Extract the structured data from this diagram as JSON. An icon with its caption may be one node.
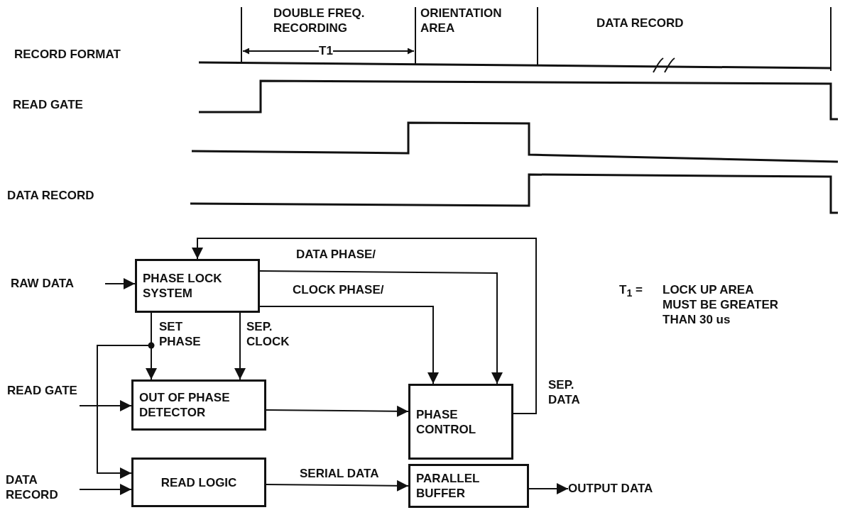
{
  "diagram": {
    "nodes": [
      {
        "text": [
          "PHASE LOCK SYSTEM"
        ]
      },
      {
        "text": [
          "OUT OF PHASE DETECTOR"
        ]
      },
      {
        "text": [
          "PHASE CONTROL"
        ]
      },
      {
        "text": [
          "READ LOGIC"
        ]
      },
      {
        "text": [
          "PARALLEL BUFFER"
        ]
      },
      {
        "text": [
          "RAW DATA"
        ]
      },
      {
        "text": [
          "READ GATE"
        ]
      },
      {
        "text": [
          "DATA RECORD"
        ]
      },
      {
        "text": [
          "OUTPUT DATA"
        ]
      }
    ],
    "edges": [
      {
        "from": 5,
        "to": 0,
        "arrow": "to"
      },
      {
        "from": 0,
        "to": 2,
        "arrow": "to",
        "label": "DATA PHASE/"
      },
      {
        "from": 0,
        "to": 2,
        "arrow": "to",
        "label": "CLOCK PHASE/"
      },
      {
        "from": 0,
        "to": 1,
        "arrow": "to",
        "label": "SET PHASE"
      },
      {
        "from": 0,
        "to": 1,
        "arrow": "to",
        "label": "SEP. CLOCK"
      },
      {
        "from": 0,
        "to": 3,
        "arrow": "to"
      },
      {
        "from": 6,
        "to": 1,
        "arrow": "to"
      },
      {
        "from": 1,
        "to": 2,
        "arrow": "to"
      },
      {
        "from": 7,
        "to": 3,
        "arrow": "to"
      },
      {
        "from": 3,
        "to": 4,
        "arrow": "to",
        "label": "SERIAL DATA"
      },
      {
        "from": 4,
        "to": 8,
        "arrow": "to"
      },
      {
        "from": 2,
        "to": 0,
        "arrow": "to",
        "label": "SEP. DATA"
      }
    ],
    "labels": [
      "DOUBLE FREQ. RECORDING",
      "ORIENTATION AREA",
      "DATA RECORD",
      "RECORD FORMAT",
      "T1",
      "READ GATE",
      "DATA RECORD",
      "T$_{1}$ =",
      "LOCK UP AREA MUST BE GREATER THAN 30 us"
    ]
  }
}
